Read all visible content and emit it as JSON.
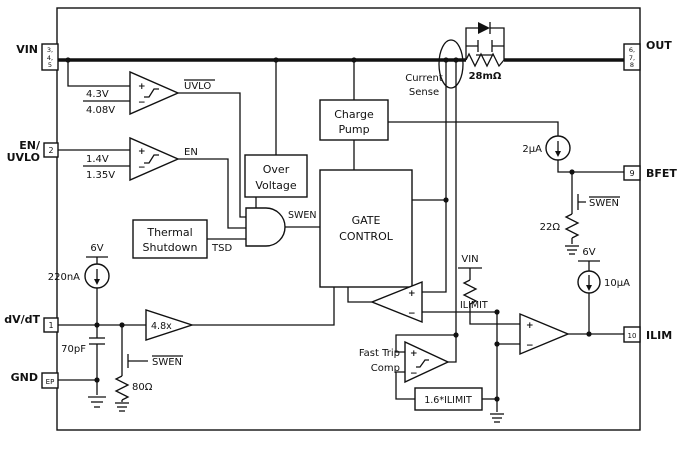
{
  "pins": {
    "vin": {
      "label": "VIN",
      "n1": "3,",
      "n2": "4,",
      "n3": "5"
    },
    "out": {
      "label": "OUT",
      "n1": "6,",
      "n2": "7,",
      "n3": "8"
    },
    "en_uvlo": {
      "l1": "EN/",
      "l2": "UVLO",
      "num": "2"
    },
    "bfet": {
      "label": "BFET",
      "num": "9"
    },
    "dvdt": {
      "label": "dV/dT",
      "num": "1"
    },
    "gnd": {
      "label": "GND",
      "num": "EP"
    },
    "ilim": {
      "label": "ILIM",
      "num": "10"
    }
  },
  "blocks": {
    "over_voltage": {
      "l1": "Over",
      "l2": "Voltage"
    },
    "charge_pump": {
      "l1": "Charge",
      "l2": "Pump"
    },
    "gate_control": {
      "l1": "GATE",
      "l2": "CONTROL"
    },
    "thermal_shutdown": {
      "l1": "Thermal",
      "l2": "Shutdown"
    },
    "fast_trip": {
      "l1": "Fast Trip",
      "l2": "Comp"
    },
    "ref_box": "1.6*ILIMIT"
  },
  "comparators": {
    "uvlo": {
      "rising": "4.3V",
      "falling": "4.08V",
      "out": "UVLO"
    },
    "en": {
      "rising": "1.4V",
      "falling": "1.35V",
      "out": "EN"
    }
  },
  "signals": {
    "tsd": "TSD",
    "swen": "SWEN",
    "swen_bfet": "SWEN",
    "swen_dvdt": "SWEN",
    "ilimit": "ILIMIT",
    "vin_ref": "VIN",
    "cs1": "Current",
    "cs2": "Sense",
    "plus": "+",
    "minus": "−"
  },
  "components": {
    "rsense": "28mΩ",
    "ibfet": "2µA",
    "rbfet": "22Ω",
    "v6l": "6V",
    "idvdt": "220nA",
    "cdvdt": "70pF",
    "rdvdt": "80Ω",
    "gain": "4.8x",
    "v6r": "6V",
    "iilim": "10µA"
  }
}
